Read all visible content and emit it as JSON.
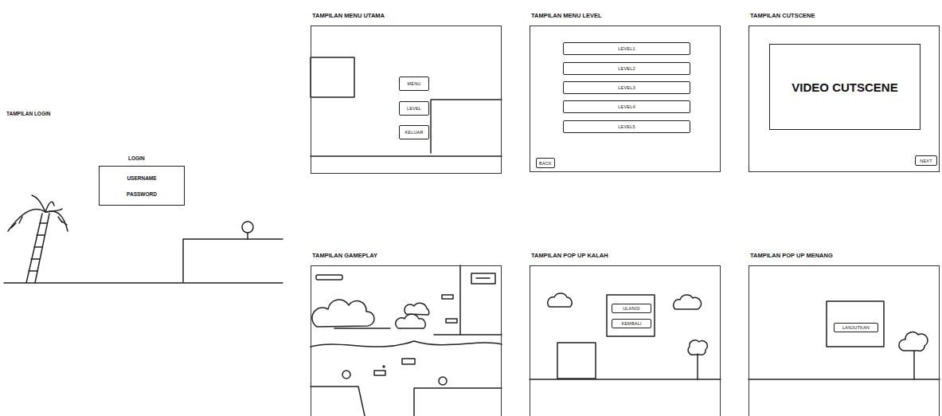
{
  "diagram": {
    "nodes": [
      {
        "text": [
          "LOGIN",
          "USERNAME",
          "PASSWORD"
        ]
      },
      {
        "text": [
          "TAMPILAN MENU UTAMA"
        ]
      },
      {
        "text": [
          "MENU"
        ],
        "in": 1
      },
      {
        "text": [
          "LEVEL"
        ],
        "in": 1
      },
      {
        "text": [
          "KELUAR"
        ],
        "in": 1
      },
      {
        "text": [
          "TAMPILAN MENU LEVEL"
        ]
      },
      {
        "text": [
          "LEVEL1"
        ],
        "in": 5
      },
      {
        "text": [
          "LEVEL2"
        ],
        "in": 5
      },
      {
        "text": [
          "LEVEL3"
        ],
        "in": 5
      },
      {
        "text": [
          "LEVEL4"
        ],
        "in": 5
      },
      {
        "text": [
          "LEVEL5"
        ],
        "in": 5
      },
      {
        "text": [
          "BACK"
        ],
        "in": 5
      },
      {
        "text": [
          "TAMPILAN CUTSCENE"
        ]
      },
      {
        "text": [
          "VIDEO CUTSCENE"
        ],
        "in": 12
      },
      {
        "text": [
          "NEXT"
        ],
        "in": 12
      },
      {
        "text": [
          "TAMPILAN GAMEPLAY"
        ]
      },
      {
        "text": [
          "TAMPILAN POP UP KALAH"
        ]
      },
      {
        "text": [
          "ULANGI"
        ],
        "in": 16
      },
      {
        "text": [
          "KEMBALI"
        ],
        "in": 16
      },
      {
        "text": [
          "TAMPILAN POP UP MENANG"
        ]
      },
      {
        "text": [
          "LANJUTKAN"
        ],
        "in": 19
      }
    ],
    "labels": [
      "TAMPILAN LOGIN"
    ]
  }
}
